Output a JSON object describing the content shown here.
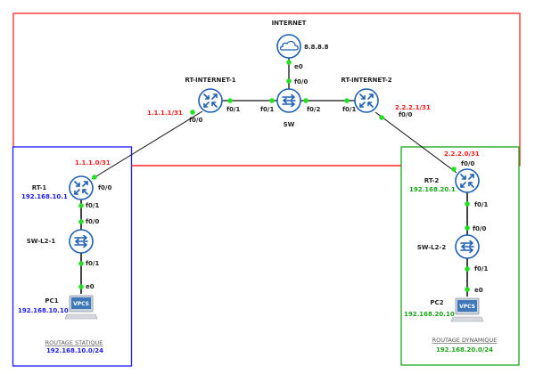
{
  "colors": {
    "internet_zone": "#ff2020",
    "static_zone": "#1a1aff",
    "dynamic_zone": "#1aa51a",
    "device": "#1e5fb4",
    "port_dot": "#22e022",
    "link": "#111111",
    "ip_public": "#ff1a1a"
  },
  "zones": {
    "internet": {
      "name": "internet-zone"
    },
    "static": {
      "title": "ROUTAGE STATIQUE",
      "network": "192.168.10.0/24"
    },
    "dynamic": {
      "title": "ROUTAGE DYNAMIQUE",
      "network": "192.168.20.0/24"
    }
  },
  "devices": {
    "internet": {
      "name": "INTERNET",
      "type": "cloud",
      "icon": "cloud-icon",
      "ip": "8.8.8.8",
      "port": "e0"
    },
    "sw": {
      "name": "SW",
      "type": "switch",
      "icon": "switch-icon",
      "ports": [
        "f0/0",
        "f0/1",
        "f0/2"
      ]
    },
    "rt_internet_1": {
      "name": "RT-INTERNET-1",
      "type": "router",
      "icon": "router-icon",
      "ports": [
        "f0/0",
        "f0/1"
      ],
      "ip": "1.1.1.1/31"
    },
    "rt_internet_2": {
      "name": "RT-INTERNET-2",
      "type": "router",
      "icon": "router-icon",
      "ports": [
        "f0/0",
        "f0/1"
      ],
      "ip": "2.2.2.1/31"
    },
    "rt_1": {
      "name": "RT-1",
      "type": "router",
      "icon": "router-icon",
      "lan_ip": "192.168.10.1",
      "wan_ip": "1.1.1.0/31",
      "ports": [
        "f0/0",
        "f0/1"
      ]
    },
    "sw_l2_1": {
      "name": "SW-L2-1",
      "type": "switch",
      "icon": "switch-icon",
      "ports": [
        "f0/0",
        "f0/1"
      ]
    },
    "pc1": {
      "name": "PC1",
      "type": "vpcs",
      "icon": "vpcs-icon",
      "ip": "192.168.10.10",
      "port": "e0",
      "screen_label": "VPCS"
    },
    "rt_2": {
      "name": "RT-2",
      "type": "router",
      "icon": "router-icon",
      "lan_ip": "192.168.20.1",
      "wan_ip": "2.2.2.0/31",
      "ports": [
        "f0/0",
        "f0/1"
      ]
    },
    "sw_l2_2": {
      "name": "SW-L2-2",
      "type": "switch",
      "icon": "switch-icon",
      "ports": [
        "f0/0",
        "f0/1"
      ]
    },
    "pc2": {
      "name": "PC2",
      "type": "vpcs",
      "icon": "vpcs-icon",
      "ip": "192.168.20.10",
      "port": "e0",
      "screen_label": "VPCS"
    }
  },
  "links": [
    {
      "from": "INTERNET",
      "from_port": "e0",
      "to": "SW",
      "to_port": "f0/0"
    },
    {
      "from": "RT-INTERNET-1",
      "from_port": "f0/1",
      "to": "SW",
      "to_port": "f0/1"
    },
    {
      "from": "SW",
      "from_port": "f0/2",
      "to": "RT-INTERNET-2",
      "to_port": "f0/1"
    },
    {
      "from": "RT-INTERNET-1",
      "from_port": "f0/0",
      "to": "RT-1",
      "to_port": "f0/0"
    },
    {
      "from": "RT-INTERNET-2",
      "from_port": "f0/0",
      "to": "RT-2",
      "to_port": "f0/0"
    },
    {
      "from": "RT-1",
      "from_port": "f0/1",
      "to": "SW-L2-1",
      "to_port": "f0/0"
    },
    {
      "from": "SW-L2-1",
      "from_port": "f0/1",
      "to": "PC1",
      "to_port": "e0"
    },
    {
      "from": "RT-2",
      "from_port": "f0/1",
      "to": "SW-L2-2",
      "to_port": "f0/0"
    },
    {
      "from": "SW-L2-2",
      "from_port": "f0/1",
      "to": "PC2",
      "to_port": "e0"
    }
  ]
}
